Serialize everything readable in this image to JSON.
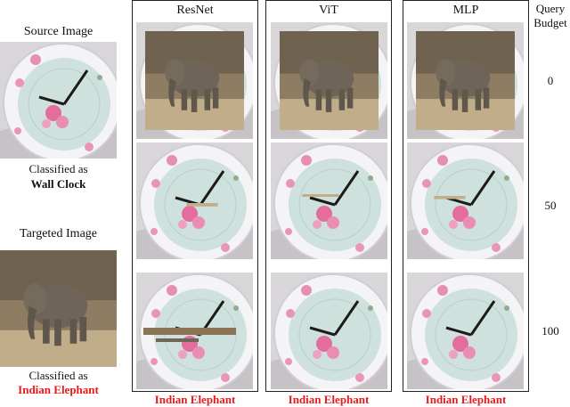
{
  "left": {
    "source_title": "Source Image",
    "source_classified": "Classified as",
    "source_class": "Wall Clock",
    "target_title": "Targeted Image",
    "target_classified": "Classified as",
    "target_class": "Indian Elephant"
  },
  "models": [
    {
      "name": "ResNet",
      "result": "Indian Elephant"
    },
    {
      "name": "ViT",
      "result": "Indian Elephant"
    },
    {
      "name": "MLP",
      "result": "Indian Elephant"
    }
  ],
  "budget_header": [
    "Query",
    "Budget"
  ],
  "budgets": [
    "0",
    "50",
    "100"
  ],
  "colors": {
    "result_text": "#e8191b",
    "clock_face": "#c9dcd8",
    "clock_rim": "#eef0f2",
    "elephant": "#6e6558",
    "ground": "#b59e7a"
  }
}
